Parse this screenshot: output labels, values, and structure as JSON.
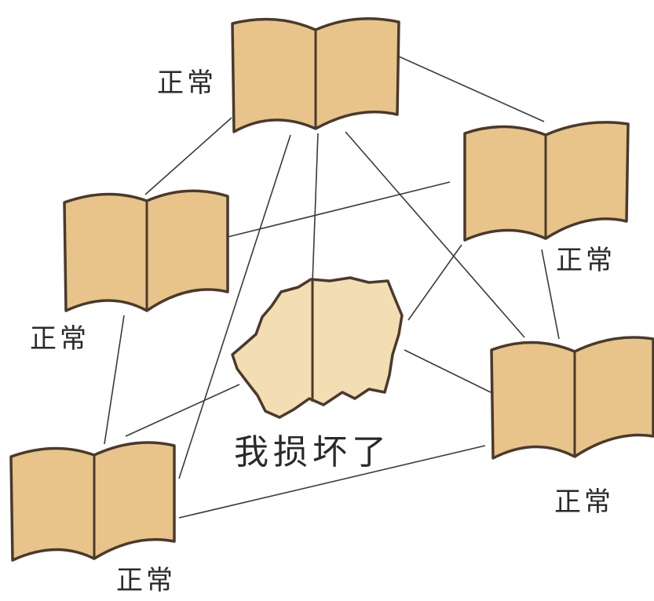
{
  "nodes": [
    {
      "id": "book-top",
      "status": "正常",
      "state": "normal"
    },
    {
      "id": "book-left",
      "status": "正常",
      "state": "normal"
    },
    {
      "id": "book-right",
      "status": "正常",
      "state": "normal"
    },
    {
      "id": "book-center",
      "status": "我损坏了",
      "state": "damaged"
    },
    {
      "id": "book-lower-right",
      "status": "正常",
      "state": "normal"
    },
    {
      "id": "book-bottom-left",
      "status": "正常",
      "state": "normal"
    }
  ],
  "edges": [
    [
      "book-top",
      "book-left"
    ],
    [
      "book-top",
      "book-right"
    ],
    [
      "book-top",
      "book-center"
    ],
    [
      "book-top",
      "book-lower-right"
    ],
    [
      "book-top",
      "book-bottom-left"
    ],
    [
      "book-left",
      "book-right"
    ],
    [
      "book-left",
      "book-bottom-left"
    ],
    [
      "book-right",
      "book-center"
    ],
    [
      "book-right",
      "book-lower-right"
    ],
    [
      "book-center",
      "book-lower-right"
    ],
    [
      "book-center",
      "book-bottom-left"
    ],
    [
      "book-lower-right",
      "book-bottom-left"
    ]
  ],
  "colors": {
    "book_fill": "#E8C48A",
    "book_fill_damaged": "#F3DDB2",
    "book_outline": "#4A3A2C",
    "edge_line": "#3A3A3A"
  }
}
